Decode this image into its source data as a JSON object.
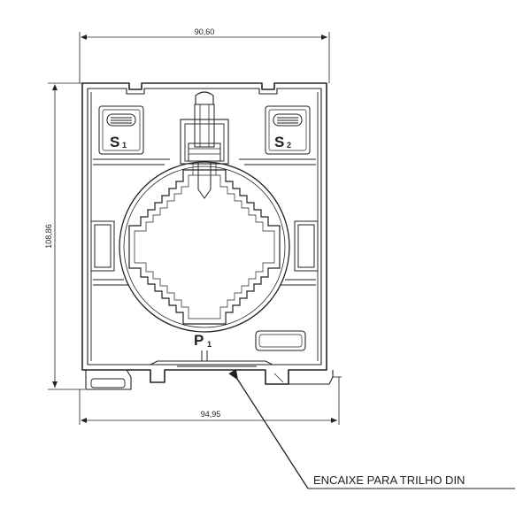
{
  "dimensions": {
    "top_width": "90,60",
    "bottom_width": "94,95",
    "height": "108,86"
  },
  "terminals": {
    "s1_main": "S",
    "s1_sub": "1",
    "s2_main": "S",
    "s2_sub": "2",
    "p1_main": "P",
    "p1_sub": "1"
  },
  "callout": {
    "label": "ENCAIXE PARA TRILHO DIN"
  },
  "colors": {
    "line": "#222222",
    "paper": "#ffffff"
  }
}
